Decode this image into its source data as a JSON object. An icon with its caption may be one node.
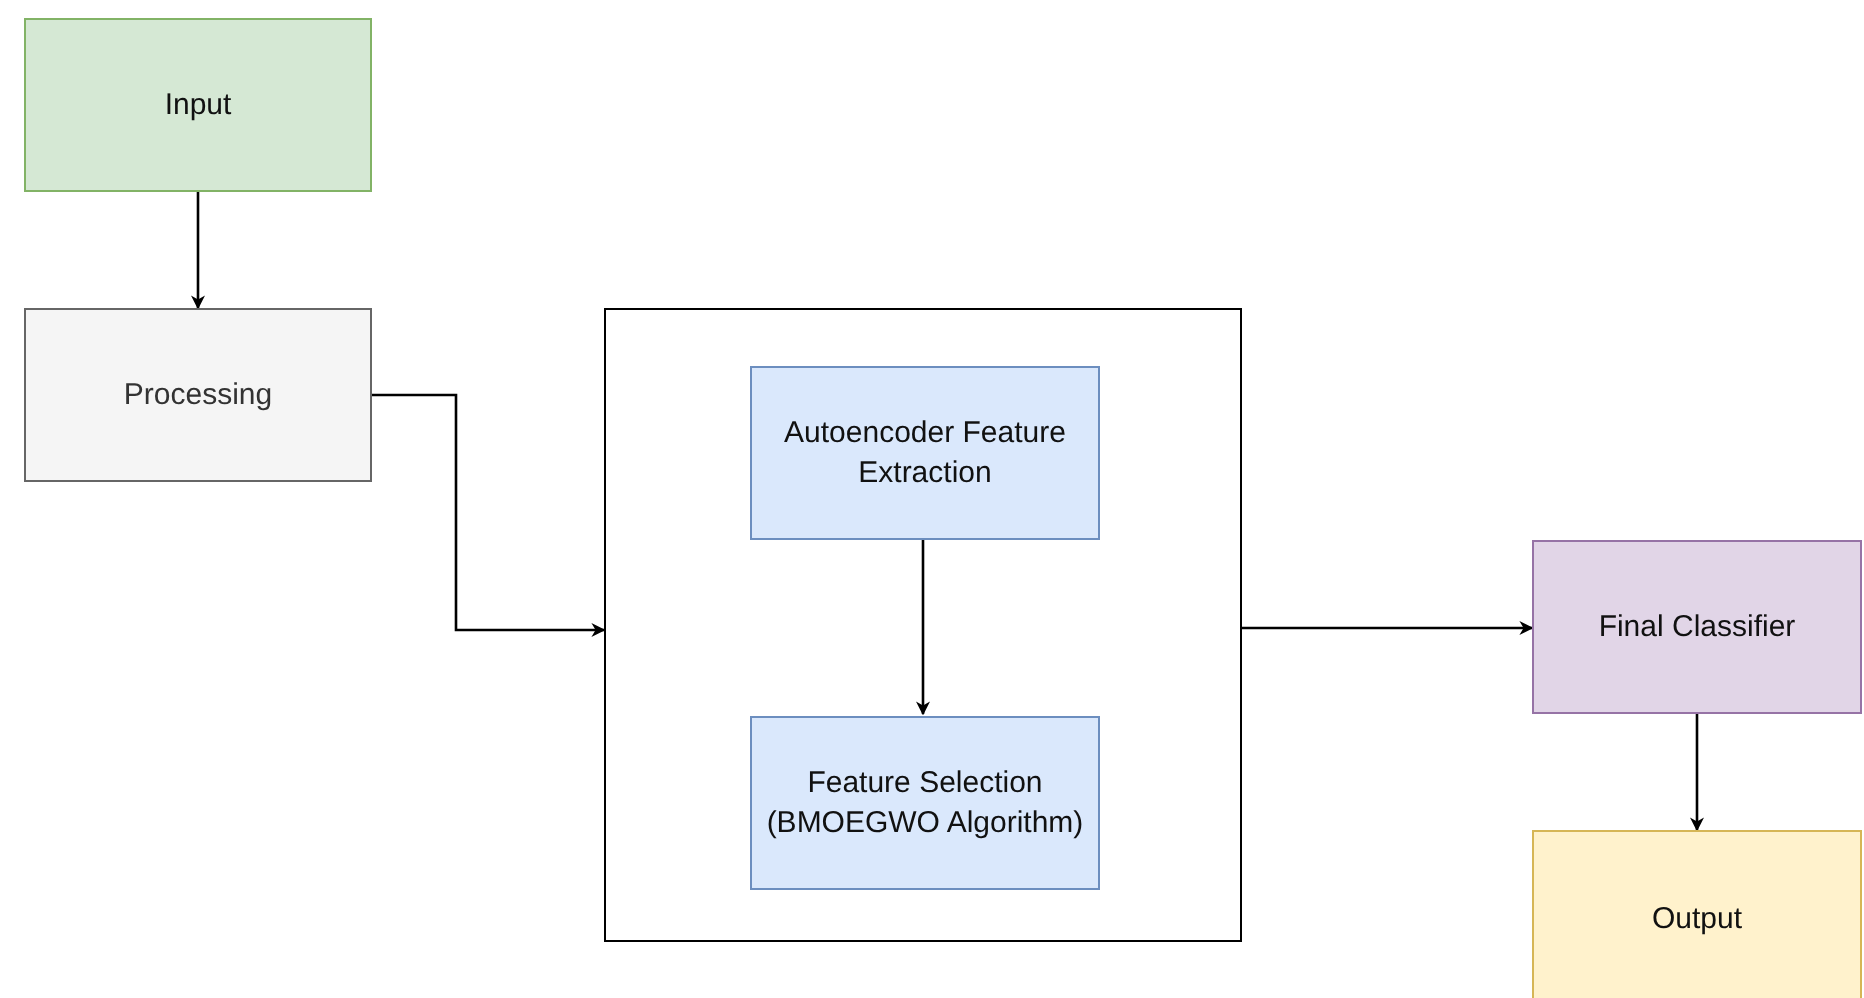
{
  "diagram": {
    "nodes": [
      {
        "text": [
          "Input"
        ]
      },
      {
        "text": [
          "Processing"
        ]
      },
      {
        "text": [],
        "shape": "box"
      },
      {
        "text": [
          "Autoencoder Feature Extraction"
        ],
        "in": 2
      },
      {
        "text": [
          "Feature Selection (BMOEGWO Algorithm)"
        ],
        "in": 2
      },
      {
        "text": [
          "Final Classifier"
        ]
      },
      {
        "text": [
          "Output"
        ]
      }
    ],
    "edges": [
      {
        "from": 0,
        "to": 1,
        "arrow": "to"
      },
      {
        "from": 1,
        "to": 2,
        "arrow": "to"
      },
      {
        "from": 3,
        "to": 4,
        "arrow": "to"
      },
      {
        "from": 2,
        "to": 5,
        "arrow": "to"
      },
      {
        "from": 5,
        "to": 6,
        "arrow": "to"
      }
    ]
  }
}
